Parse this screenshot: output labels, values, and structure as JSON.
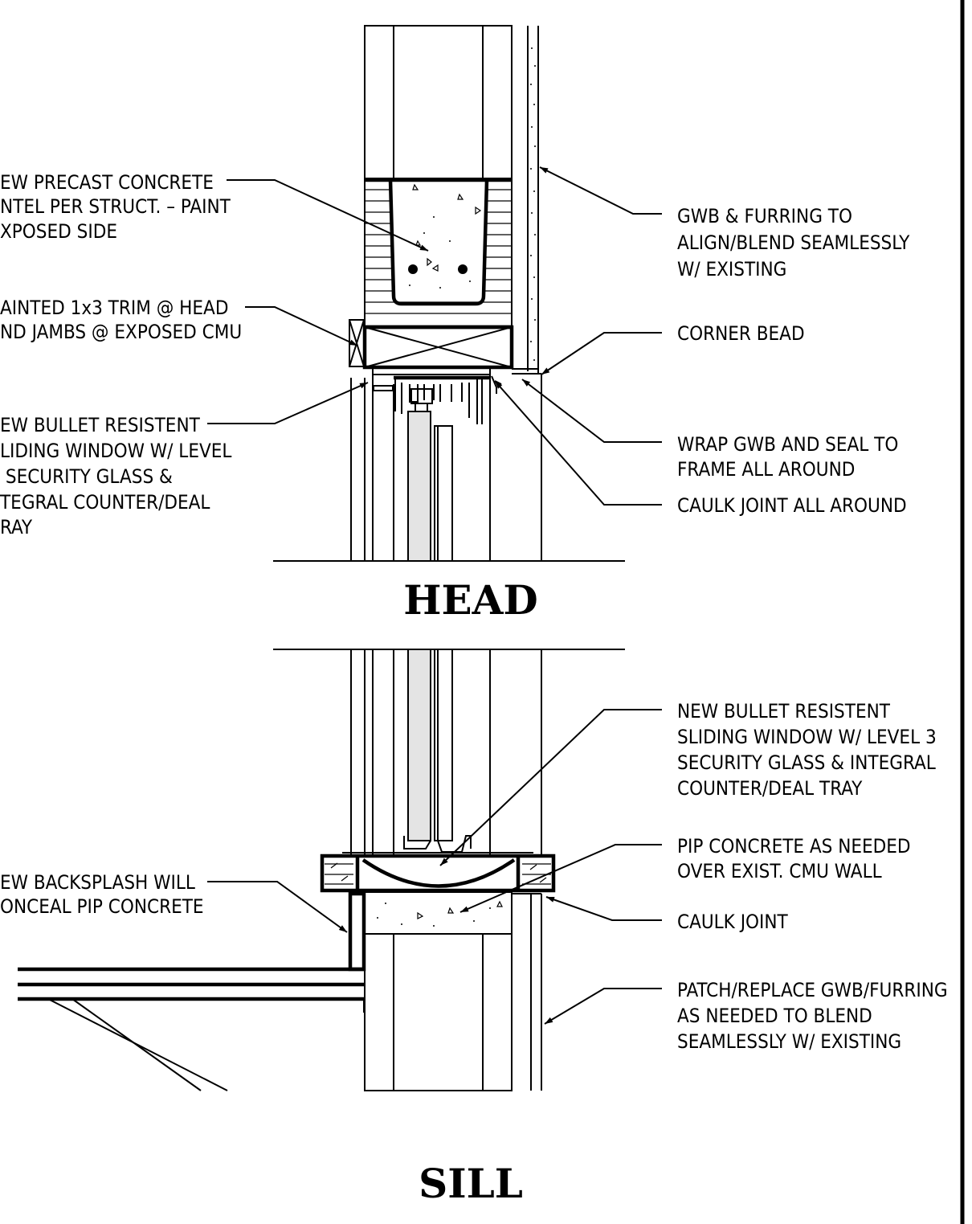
{
  "titles": {
    "head": "HEAD",
    "sill": "SILL"
  },
  "head_notes": {
    "left": [
      [
        "EW PRECAST CONCRETE",
        "NTEL PER STRUCT. – PAINT",
        "XPOSED SIDE"
      ],
      [
        "AINTED 1x3 TRIM @ HEAD",
        "ND JAMBS @ EXPOSED CMU"
      ],
      [
        "EW BULLET RESISTENT",
        "LIDING WINDOW W/ LEVEL",
        " SECURITY GLASS &",
        "TEGRAL COUNTER/DEAL",
        "RAY"
      ]
    ],
    "right": [
      [
        "GWB & FURRING TO",
        "ALIGN/BLEND SEAMLESSLY",
        "W/ EXISTING"
      ],
      [
        "CORNER BEAD"
      ],
      [
        "WRAP GWB AND SEAL TO",
        "FRAME ALL AROUND"
      ],
      [
        "CAULK JOINT ALL AROUND"
      ]
    ]
  },
  "sill_notes": {
    "left": [
      [
        "EW BACKSPLASH WILL",
        "ONCEAL PIP CONCRETE"
      ]
    ],
    "right": [
      [
        "NEW BULLET RESISTENT",
        "SLIDING WINDOW W/ LEVEL 3",
        "SECURITY GLASS & INTEGRAL",
        "COUNTER/DEAL TRAY"
      ],
      [
        "PIP CONCRETE AS NEEDED",
        "OVER EXIST. CMU WALL"
      ],
      [
        "CAULK JOINT"
      ],
      [
        "PATCH/REPLACE GWB/FURRING",
        "AS NEEDED TO BLEND",
        "SEAMLESSLY W/ EXISTING"
      ]
    ]
  }
}
